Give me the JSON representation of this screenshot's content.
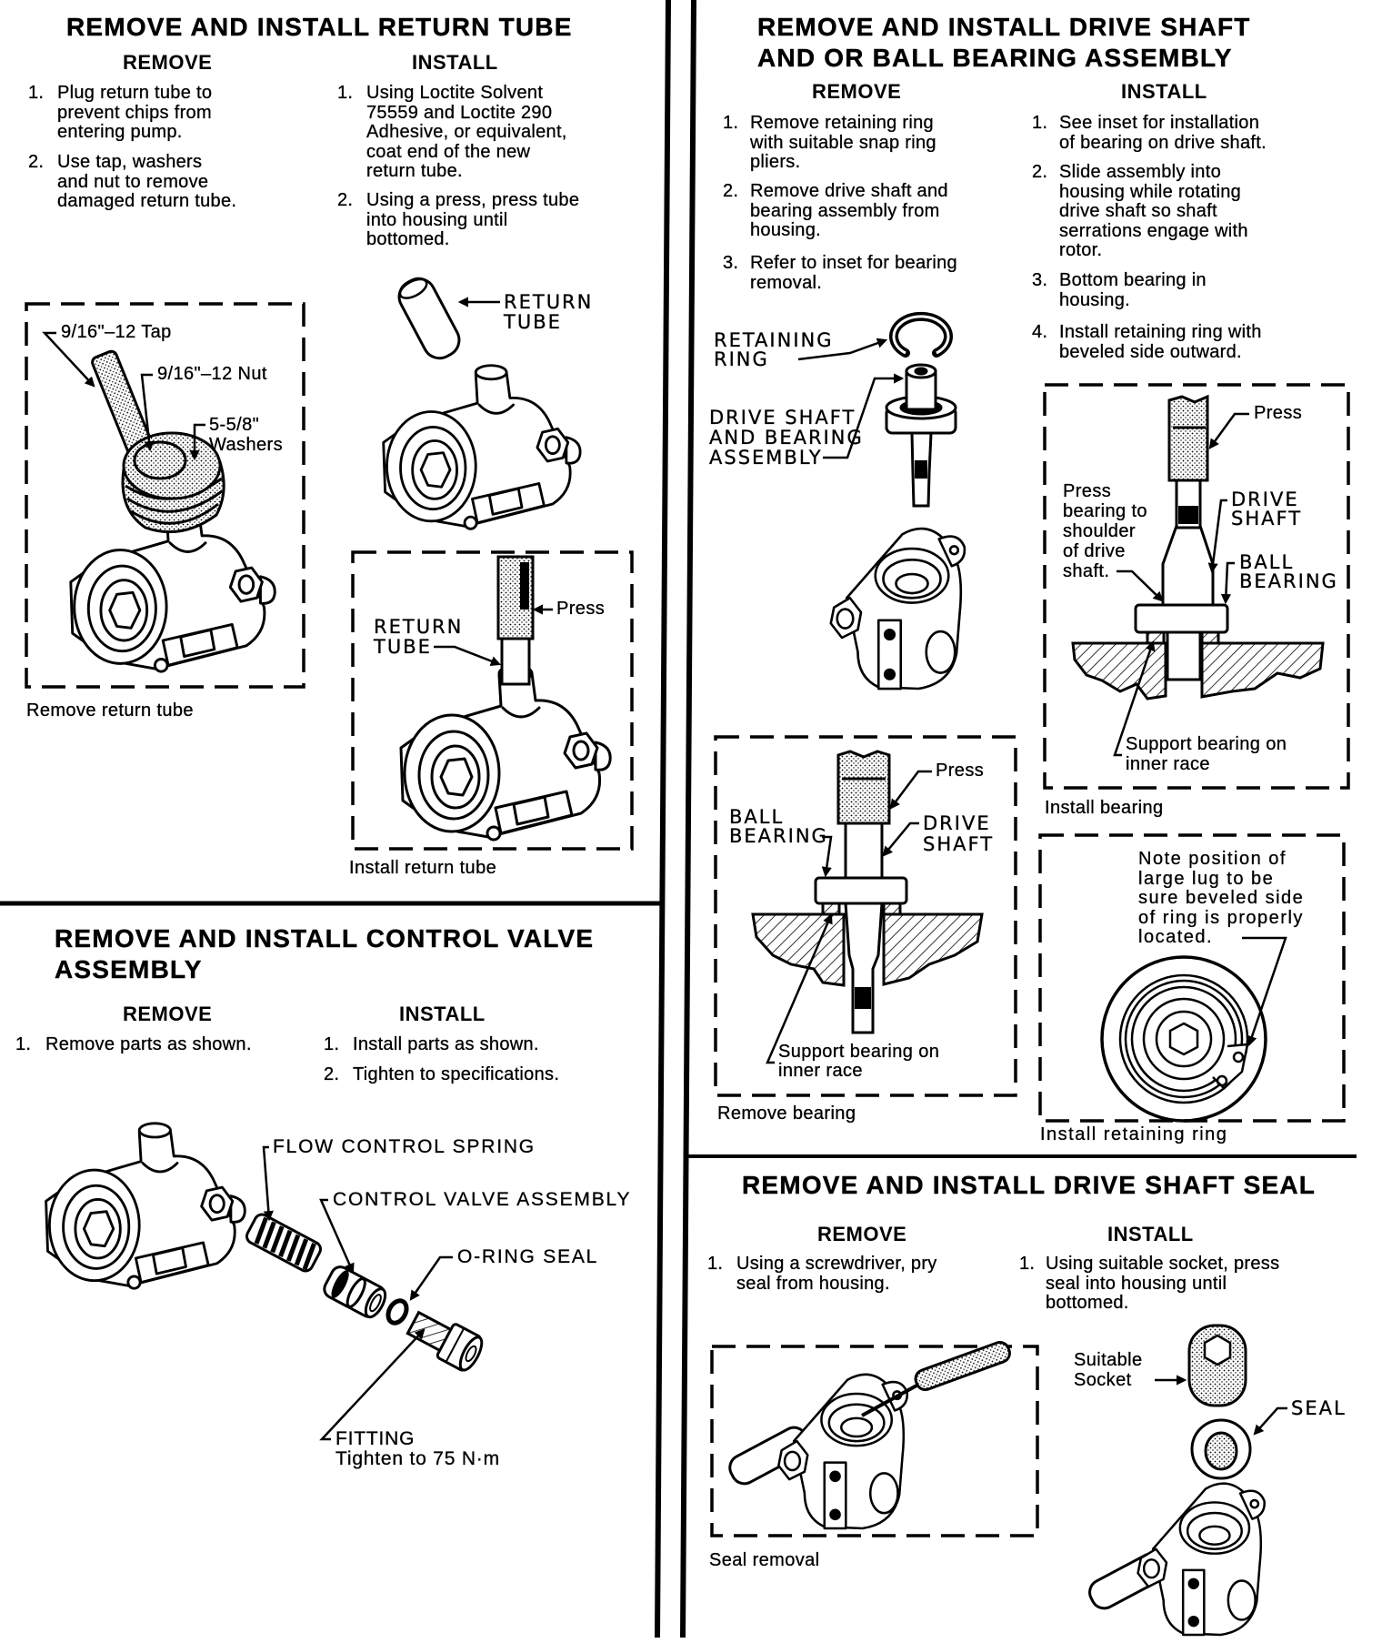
{
  "sections": {
    "return_tube": {
      "title": "REMOVE AND INSTALL RETURN TUBE",
      "remove_heading": "REMOVE",
      "install_heading": "INSTALL",
      "remove_steps": [
        {
          "num": "1.",
          "text": "Plug return tube to\nprevent chips from\nentering pump."
        },
        {
          "num": "2.",
          "text": "Use tap, washers\nand nut to remove\ndamaged return tube."
        }
      ],
      "install_steps": [
        {
          "num": "1.",
          "text": "Using Loctite Solvent\n75559 and Loctite 290\nAdhesive, or equivalent,\ncoat end of the new\nreturn tube."
        },
        {
          "num": "2.",
          "text": "Using a press, press tube\ninto housing until\nbottomed."
        }
      ],
      "figure_remove": {
        "caption": "Remove return tube",
        "tap_label": "9/16\"–12 Tap",
        "nut_label": "9/16\"–12 Nut",
        "washers_label": "5-5/8\"\nWashers"
      },
      "figure_part": {
        "tube_label": "RETURN\nTUBE"
      },
      "figure_install": {
        "caption": "Install return tube",
        "press_label": "Press",
        "tube_label": "RETURN\nTUBE"
      }
    },
    "control_valve": {
      "title": "REMOVE AND INSTALL CONTROL VALVE\nASSEMBLY",
      "remove_heading": "REMOVE",
      "install_heading": "INSTALL",
      "remove_steps": [
        {
          "num": "1.",
          "text": "Remove parts as shown."
        }
      ],
      "install_steps": [
        {
          "num": "1.",
          "text": "Install parts as shown."
        },
        {
          "num": "2.",
          "text": "Tighten to specifications."
        }
      ],
      "figure": {
        "spring_label": "FLOW CONTROL SPRING",
        "valve_label": "CONTROL VALVE ASSEMBLY",
        "oring_label": "O-RING SEAL",
        "fitting_label": "FITTING\nTighten to 75 N·m"
      }
    },
    "drive_shaft": {
      "title": "REMOVE AND INSTALL DRIVE SHAFT\nAND OR BALL BEARING ASSEMBLY",
      "remove_heading": "REMOVE",
      "install_heading": "INSTALL",
      "remove_steps": [
        {
          "num": "1.",
          "text": "Remove retaining ring\nwith suitable snap ring\npliers."
        },
        {
          "num": "2.",
          "text": "Remove drive shaft and\nbearing assembly from\nhousing."
        },
        {
          "num": "3.",
          "text": "Refer to inset for bearing\nremoval."
        }
      ],
      "install_steps": [
        {
          "num": "1.",
          "text": "See inset for installation\nof bearing on drive shaft."
        },
        {
          "num": "2.",
          "text": "Slide assembly into\nhousing while rotating\ndrive shaft so shaft\nserrations engage with\nrotor."
        },
        {
          "num": "3.",
          "text": "Bottom bearing in\nhousing."
        },
        {
          "num": "4.",
          "text": "Install retaining ring with\nbeveled side outward."
        }
      ],
      "figure_exploded": {
        "ring_label": "RETAINING\nRING",
        "assembly_label": "DRIVE SHAFT\nAND BEARING\nASSEMBLY"
      },
      "figure_install_bearing": {
        "caption": "Install bearing",
        "press_label": "Press",
        "note": "Press\nbearing to\nshoulder\nof drive\nshaft.",
        "shaft_label": "DRIVE\nSHAFT",
        "bearing_label": "BALL\nBEARING",
        "support_label": "Support bearing on\ninner race"
      },
      "figure_remove_bearing": {
        "caption": "Remove bearing",
        "press_label": "Press",
        "bearing_label": "BALL\nBEARING",
        "shaft_label": "DRIVE\nSHAFT",
        "support_label": "Support bearing on\ninner race"
      },
      "figure_retaining_ring": {
        "caption": "Install retaining ring",
        "note": "Note position of\nlarge lug to be\nsure beveled side\nof ring is properly\nlocated."
      }
    },
    "shaft_seal": {
      "title": "REMOVE AND INSTALL DRIVE SHAFT SEAL",
      "remove_heading": "REMOVE",
      "install_heading": "INSTALL",
      "remove_steps": [
        {
          "num": "1.",
          "text": "Using a screwdriver, pry\nseal from housing."
        }
      ],
      "install_steps": [
        {
          "num": "1.",
          "text": "Using suitable socket, press\nseal into housing until\nbottomed."
        }
      ],
      "figure_removal": {
        "caption": "Seal removal"
      },
      "figure_install": {
        "socket_label": "Suitable\nSocket",
        "seal_label": "SEAL"
      }
    }
  }
}
